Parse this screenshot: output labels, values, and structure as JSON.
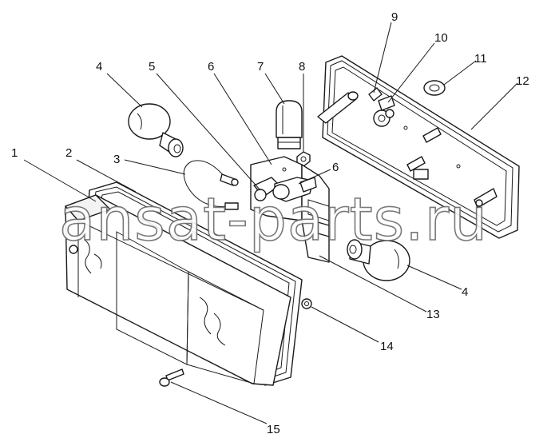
{
  "watermark": "ansat-parts.ru",
  "callouts": [
    {
      "id": "c1",
      "label": "1"
    },
    {
      "id": "c2",
      "label": "2"
    },
    {
      "id": "c3",
      "label": "3"
    },
    {
      "id": "c4a",
      "label": "4"
    },
    {
      "id": "c5",
      "label": "5"
    },
    {
      "id": "c6a",
      "label": "6"
    },
    {
      "id": "c7",
      "label": "7"
    },
    {
      "id": "c8",
      "label": "8"
    },
    {
      "id": "c9",
      "label": "9"
    },
    {
      "id": "c10",
      "label": "10"
    },
    {
      "id": "c11",
      "label": "11"
    },
    {
      "id": "c12",
      "label": "12"
    },
    {
      "id": "c6b",
      "label": "6"
    },
    {
      "id": "c4b",
      "label": "4"
    },
    {
      "id": "c13",
      "label": "13"
    },
    {
      "id": "c14",
      "label": "14"
    },
    {
      "id": "c15",
      "label": "15"
    }
  ],
  "colors": {
    "line": "#1a1a1a",
    "watermark_outline": "#6b6b6b"
  }
}
